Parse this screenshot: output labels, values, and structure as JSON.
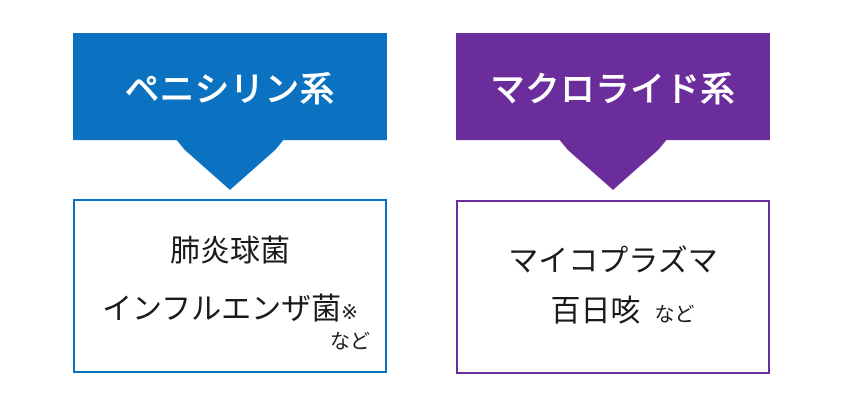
{
  "canvas": {
    "background": "#ffffff",
    "text_color": "#1a1a1a"
  },
  "groups": [
    {
      "name": "penicillin",
      "accent_color": "#0a72c0",
      "header_label": "ペニシリン系",
      "examples": [
        {
          "text": "肺炎球菌",
          "note": ""
        },
        {
          "text": "インフルエンザ菌",
          "note": "※"
        }
      ],
      "etc_label": "など"
    },
    {
      "name": "macrolide",
      "accent_color": "#6c2d9c",
      "header_label": "マクロライド系",
      "examples": [
        {
          "text": "マイコプラズマ",
          "note": ""
        },
        {
          "text": "百日咳",
          "note": ""
        }
      ],
      "etc_label": "など"
    }
  ]
}
